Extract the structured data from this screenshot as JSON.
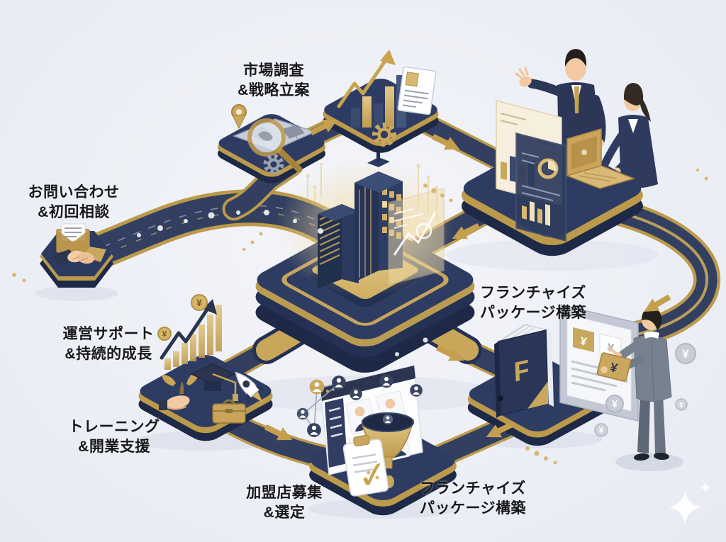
{
  "diagram": {
    "description": "Isometric franchise development process flow map",
    "colors": {
      "background": "#edeff6",
      "navy_platform": "#2e3c63",
      "navy_dark": "#1d2946",
      "gold": "#c9a75c",
      "gold_dark": "#b7953f",
      "cream_screen": "#f7efdd",
      "label_text": "#17181c",
      "skin": "#f0c8a2",
      "gray_suit": "#78818f"
    },
    "stages": {
      "inquiry": {
        "line1": "お問い合わせ",
        "line2": "&初回相談"
      },
      "research": {
        "line1": "市場調査",
        "line2": "&戦略立案"
      },
      "package_right": {
        "line1": "フランチャイズ",
        "line2": "パッケージ構築"
      },
      "package_bottom": {
        "line1": "フランチャイズ",
        "line2": "パッケージ構築"
      },
      "recruitment": {
        "line1": "加盟店募集",
        "line2": "&選定"
      },
      "training": {
        "line1": "トレーニング",
        "line2": "&開業支援"
      },
      "support": {
        "line1": "運営サポート",
        "line2": "&持続的成長"
      }
    },
    "symbols": {
      "yen": "¥",
      "check": "✓",
      "binder_monogram": "F"
    },
    "icon_names": [
      "envelope-icon",
      "handshake-icon",
      "location-pin-icon",
      "magnifying-glass-icon",
      "map-icon",
      "gear-icon",
      "bar-chart-icon",
      "growth-arrow-icon",
      "document-icon",
      "presentation-screen",
      "dashboard-panel",
      "laptop-icon",
      "office-buildings",
      "analytics-panel",
      "binder-icon",
      "pricing-panel",
      "tablet-icon",
      "yen-coin",
      "browser-window",
      "candidate-card",
      "funnel-icon",
      "clipboard-check-icon",
      "network-nodes",
      "hand-plant-icon",
      "graduation-cap-icon",
      "rocket-icon",
      "toolbox-icon",
      "sparkle-icon",
      "flow-arrow"
    ]
  }
}
